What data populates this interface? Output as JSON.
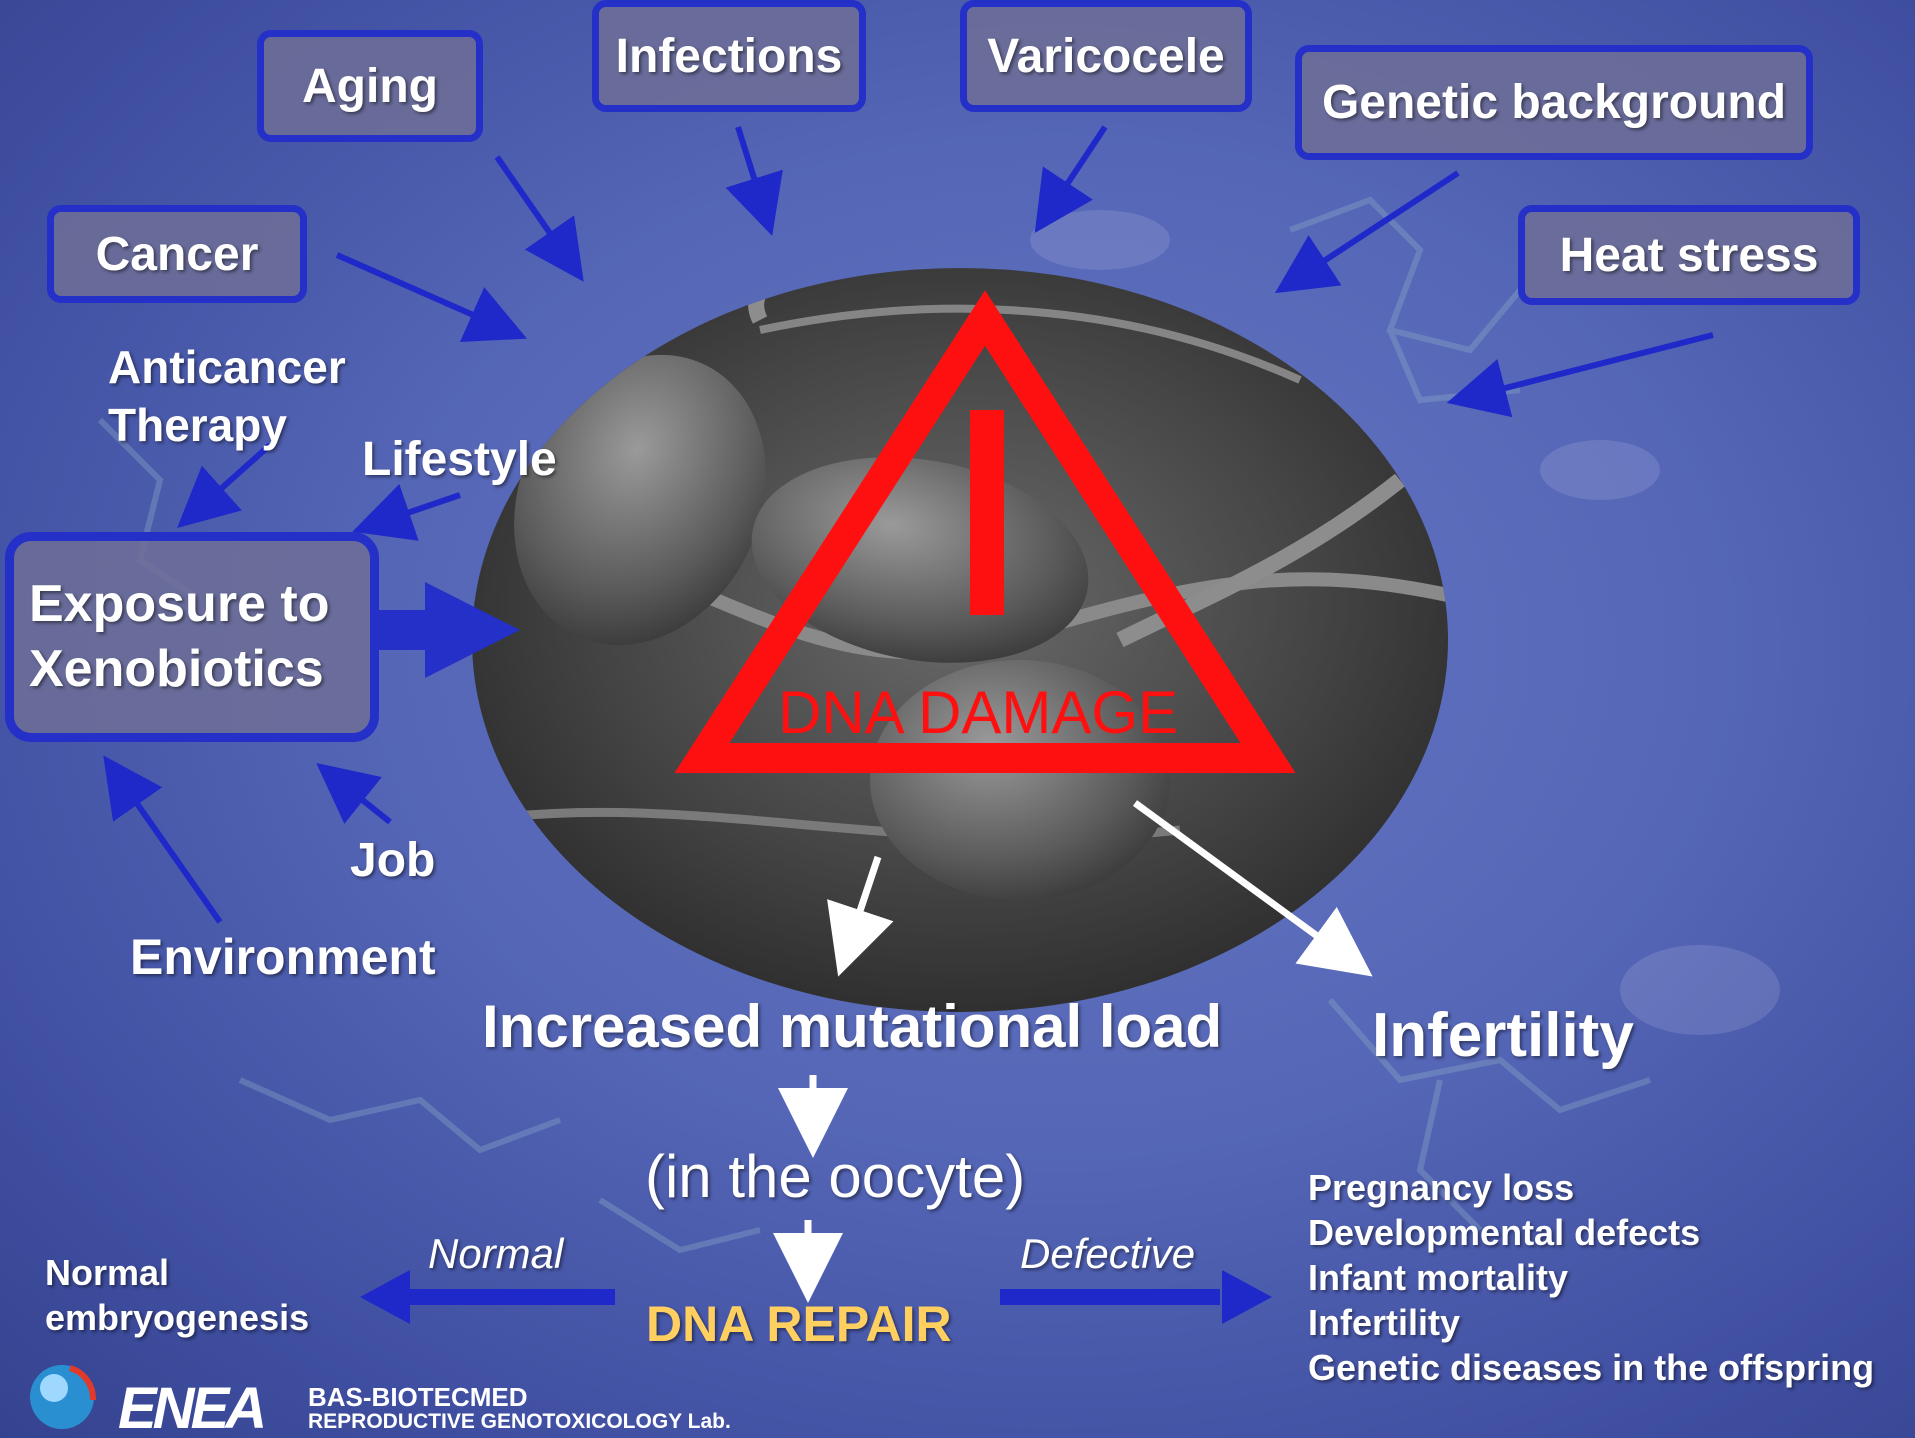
{
  "causes": {
    "aging": "Aging",
    "infections": "Infections",
    "varicocele": "Varicocele",
    "genetic_background": "Genetic background",
    "cancer": "Cancer",
    "heat_stress": "Heat stress",
    "anticancer_therapy_line1": "Anticancer",
    "anticancer_therapy_line2": "Therapy",
    "lifestyle": "Lifestyle",
    "job": "Job",
    "environment": "Environment"
  },
  "exposure": {
    "line1": "Exposure to",
    "line2": "Xenobiotics"
  },
  "center": {
    "label": "DNA DAMAGE"
  },
  "outcomes": {
    "mutational_load": "Increased mutational load",
    "infertility": "Infertility",
    "oocyte": "(in the oocyte)",
    "dna_repair": "DNA REPAIR",
    "normal": "Normal",
    "defective": "Defective",
    "normal_result_line1": "Normal",
    "normal_result_line2": "embryogenesis",
    "defects": [
      "Pregnancy loss",
      "Developmental defects",
      "Infant mortality",
      "Infertility",
      "Genetic diseases in the offspring"
    ]
  },
  "logo": {
    "mark": "ENEA",
    "lab_line1": "BAS-BIOTECMED",
    "lab_line2": "REPRODUCTIVE GENOTOXICOLOGY Lab."
  },
  "colors": {
    "box_border": "#2430c8",
    "arrow_blue": "#1f28c9",
    "warning_red": "#ff1010",
    "dna_repair_gold": "#ffd060"
  }
}
